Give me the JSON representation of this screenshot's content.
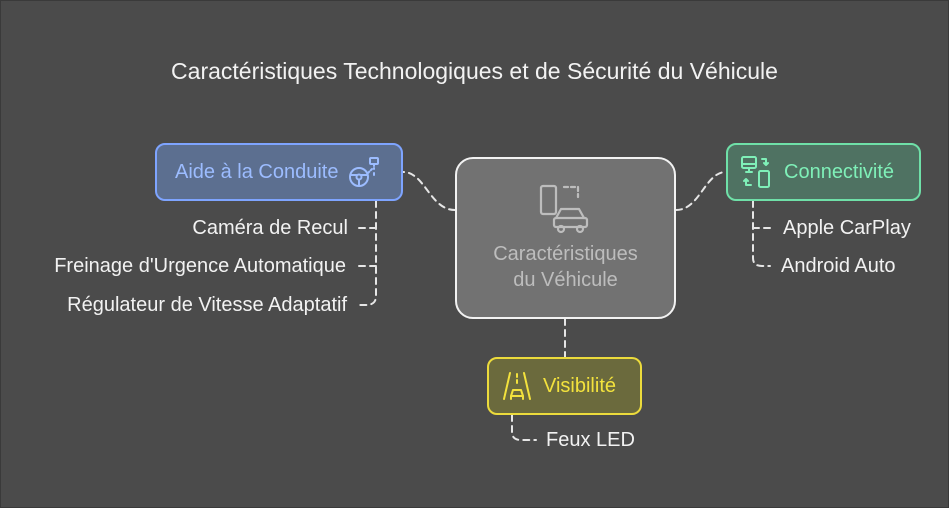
{
  "title": "Caractéristiques Technologiques et de Sécurité du Véhicule",
  "center": {
    "label_line1": "Caractéristiques",
    "label_line2": "du Véhicule",
    "icon": "vehicle-devices-icon"
  },
  "branches": {
    "aide": {
      "label": "Aide à la Conduite",
      "icon": "steering-wheel-camera-icon",
      "color": "#7ea4ff",
      "items": [
        "Caméra de Recul",
        "Freinage d'Urgence Automatique",
        "Régulateur de Vitesse Adaptatif"
      ]
    },
    "connectivite": {
      "label": "Connectivité",
      "icon": "devices-sync-icon",
      "color": "#6fe0a8",
      "items": [
        "Apple CarPlay",
        "Android Auto"
      ]
    },
    "visibilite": {
      "label": "Visibilité",
      "icon": "road-car-icon",
      "color": "#ecdb3c",
      "items": [
        "Feux LED"
      ]
    }
  }
}
